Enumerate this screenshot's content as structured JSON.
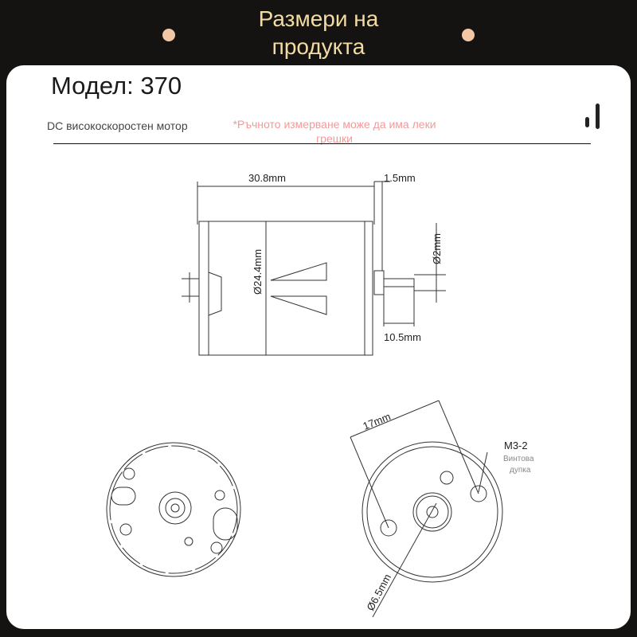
{
  "header": {
    "title_line1": "Размери на",
    "title_line2": "продукта"
  },
  "model": {
    "label": "Модел: 370",
    "subtitle": "DC високоскоростен мотор",
    "note": "*Ръчното измерване може да има леки грешки"
  },
  "dimensions": {
    "body_length": "30.8mm",
    "boss_length": "1.5mm",
    "body_diameter": "Ø24.4mm",
    "shaft_diameter": "Ø2mm",
    "shaft_length": "10.5mm",
    "hole_spacing": "17mm",
    "boss_diameter": "Ø6.5mm",
    "screw_spec": "M3-2",
    "screw_label_line1": "Винтова",
    "screw_label_line2": "дупка"
  },
  "colors": {
    "background": "#151311",
    "title": "#f1dca2",
    "note": "#f19a9a",
    "dot": "#f2c7a6"
  }
}
